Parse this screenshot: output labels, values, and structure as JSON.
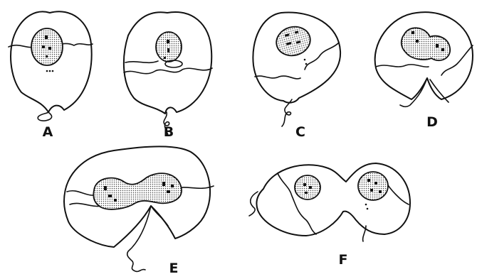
{
  "figure": {
    "stages": [
      {
        "id": "a",
        "label": "A"
      },
      {
        "id": "b",
        "label": "B"
      },
      {
        "id": "c",
        "label": "C"
      },
      {
        "id": "d",
        "label": "D"
      },
      {
        "id": "e",
        "label": "E"
      },
      {
        "id": "f",
        "label": "F"
      }
    ]
  }
}
